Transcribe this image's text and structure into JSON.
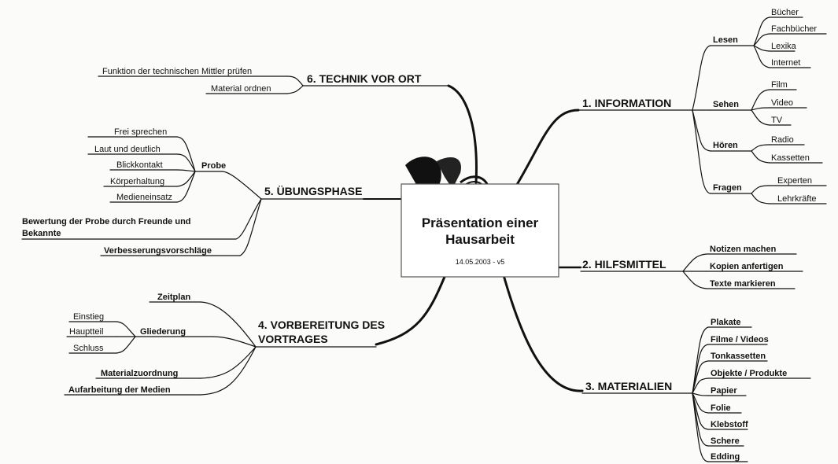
{
  "center": {
    "title_line1": "Präsentation einer",
    "title_line2": "Hausarbeit",
    "date": "14.05.2003 - v5"
  },
  "information": {
    "label": "1. INFORMATION",
    "lesen": {
      "label": "Lesen",
      "items": [
        "Bücher",
        "Fachbücher",
        "Lexika",
        "Internet"
      ]
    },
    "sehen": {
      "label": "Sehen",
      "items": [
        "Film",
        "Video",
        "TV"
      ]
    },
    "hoeren": {
      "label": "Hören",
      "items": [
        "Radio",
        "Kassetten"
      ]
    },
    "fragen": {
      "label": "Fragen",
      "items": [
        "Experten",
        "Lehrkräfte"
      ]
    }
  },
  "hilfsmittel": {
    "label": "2. HILFSMITTEL",
    "items": [
      "Notizen machen",
      "Kopien anfertigen",
      "Texte markieren"
    ]
  },
  "materialien": {
    "label": "3. MATERIALIEN",
    "items": [
      "Plakate",
      "Filme / Videos",
      "Tonkassetten",
      "Objekte / Produkte",
      "Papier",
      "Folie",
      "Klebstoff",
      "Schere",
      "Edding"
    ]
  },
  "vorbereitung": {
    "label_line1": "4. VORBEREITUNG DES",
    "label_line2": "VORTRAGES",
    "zeitplan": "Zeitplan",
    "gliederung": {
      "label": "Gliederung",
      "items": [
        "Einstieg",
        "Hauptteil",
        "Schluss"
      ]
    },
    "materialzuordnung": "Materialzuordnung",
    "aufarbeitung": "Aufarbeitung der Medien"
  },
  "uebungsphase": {
    "label": "5. ÜBUNGSPHASE",
    "probe": {
      "label": "Probe",
      "items": [
        "Frei sprechen",
        "Laut und deutlich",
        "Blickkontakt",
        "Körperhaltung",
        "Medieneinsatz"
      ]
    },
    "bewertung_line1": "Bewertung der Probe durch Freunde und",
    "bewertung_line2": "Bekannte",
    "verbesserung": "Verbesserungsvorschläge"
  },
  "technik": {
    "label": "6. TECHNIK VOR ORT",
    "items": [
      "Funktion der technischen Mittler prüfen",
      "Material ordnen"
    ]
  },
  "colors": {
    "ink": "#111111",
    "paper": "#fbfbf9",
    "border": "#555555"
  }
}
